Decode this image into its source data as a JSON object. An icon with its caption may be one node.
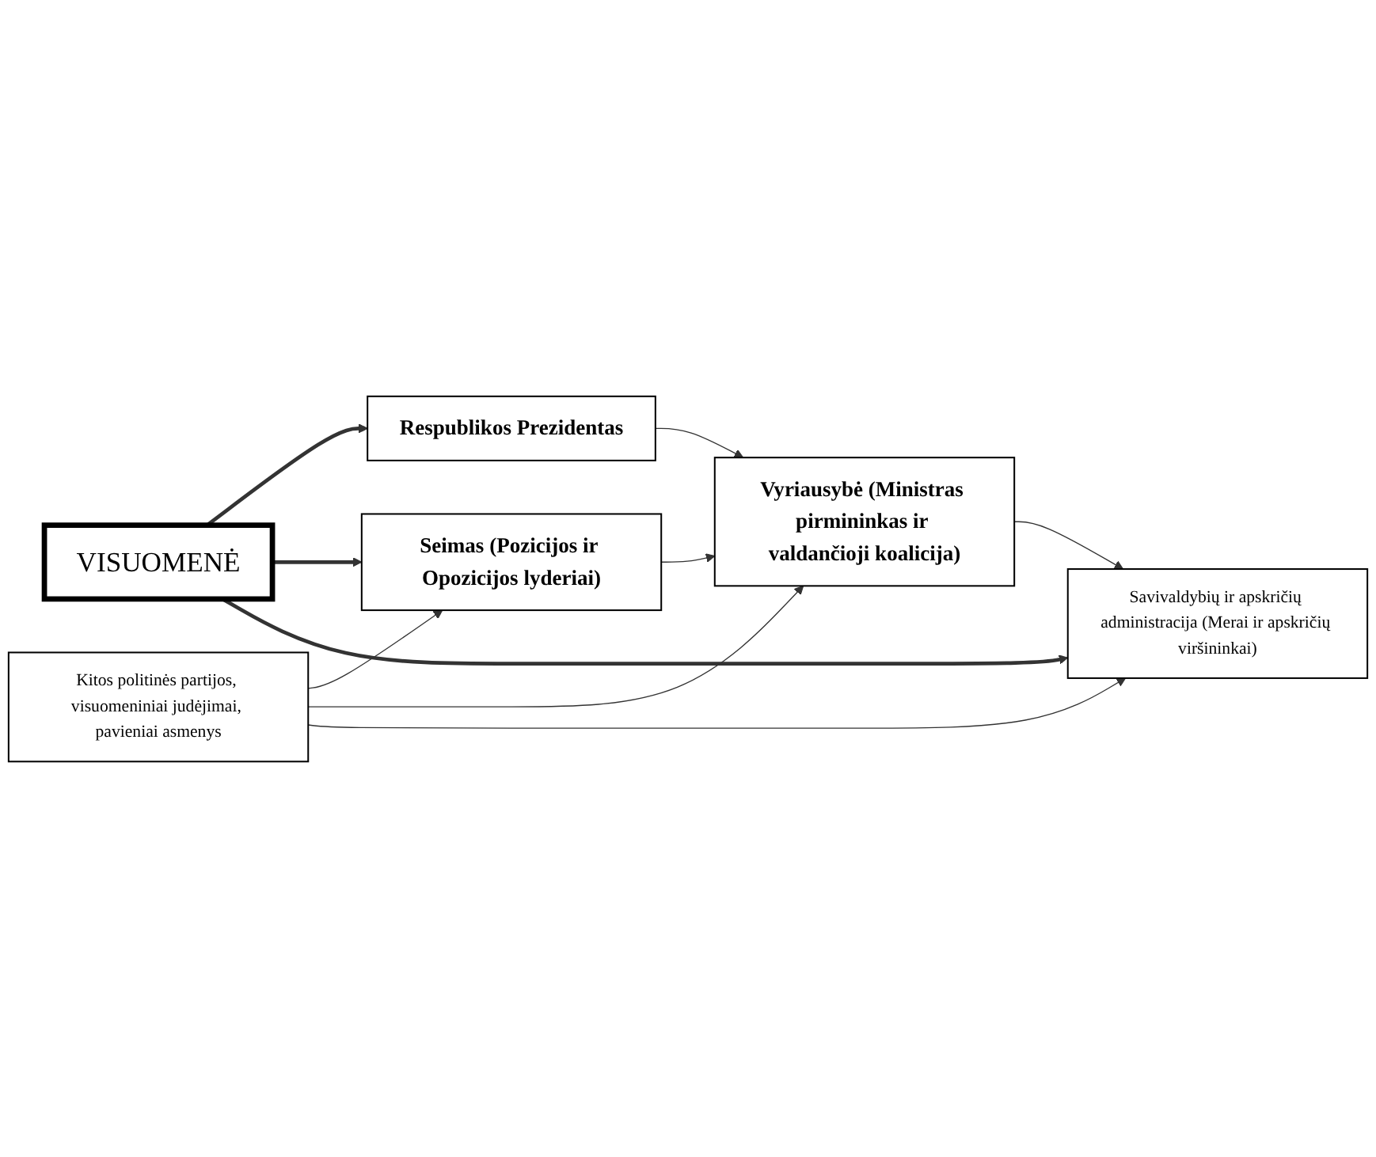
{
  "diagram": {
    "nodes": [
      {
        "text": [
          "Respublikos Prezidentas"
        ]
      },
      {
        "text": [
          "Seimas (Pozicijos ir Opozicijos lyderiai)"
        ]
      },
      {
        "text": [
          "Vyriausybė (Ministras pirmininkas ir valdančioji koalicija)"
        ]
      },
      {
        "text": [
          "VISUOMENĖ"
        ]
      },
      {
        "text": [
          "Savivaldybių ir apskričių administracija (Merai ir apskričių viršininkai)"
        ]
      },
      {
        "text": [
          "Kitos politinės partijos, visuomeniniai judėjimai, pavieniai asmenys"
        ]
      }
    ],
    "edges": [
      {
        "from": 1,
        "to": 2,
        "arrow": "to"
      },
      {
        "from": 0,
        "to": 2,
        "arrow": "to"
      },
      {
        "from": 2,
        "to": 4,
        "arrow": "to"
      },
      {
        "from": 3,
        "to": 0,
        "arrow": "to",
        "style": "thick"
      },
      {
        "from": 3,
        "to": 1,
        "arrow": "to",
        "style": "thick"
      },
      {
        "from": 3,
        "to": 4,
        "arrow": "to",
        "style": "thick"
      },
      {
        "from": 5,
        "to": 1,
        "arrow": "to"
      },
      {
        "from": 5,
        "to": 2,
        "arrow": "to"
      },
      {
        "from": 5,
        "to": 4,
        "arrow": "to"
      }
    ]
  }
}
